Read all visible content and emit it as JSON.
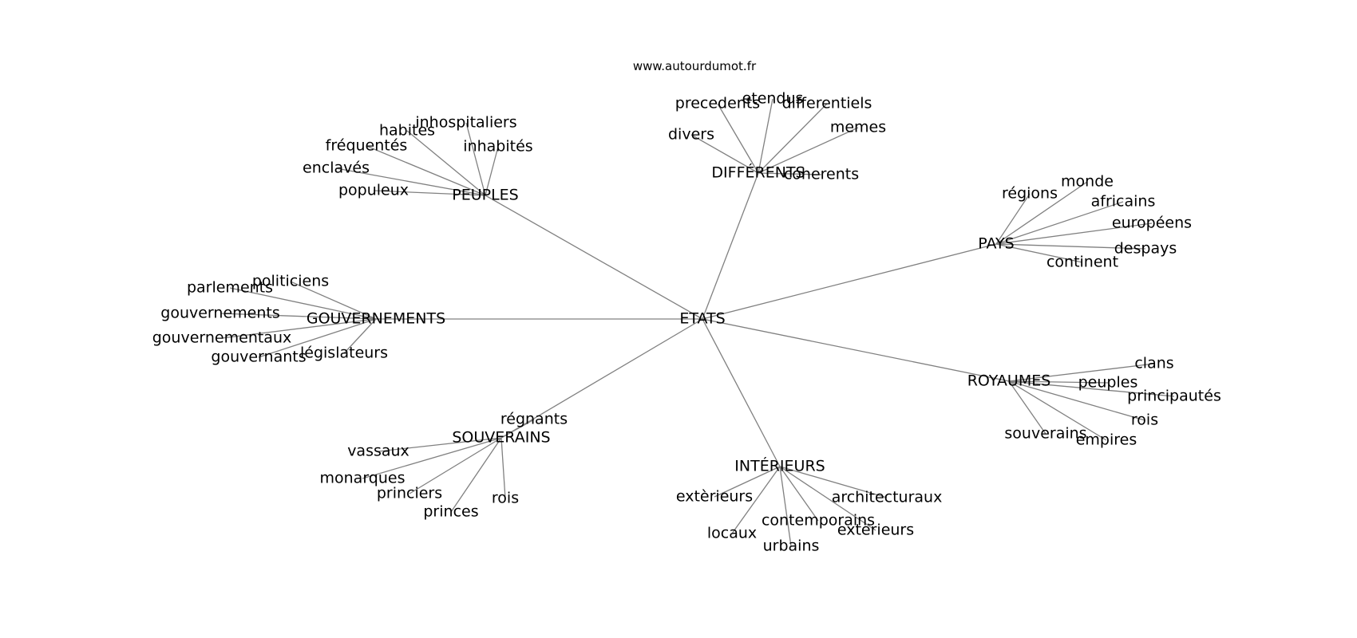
{
  "source": "www.autourdumot.fr",
  "graph": {
    "center": "ETATS",
    "groups": [
      {
        "hub": "DIFFÉRENTS",
        "leaves": [
          "precedents",
          "etendus",
          "differentiels",
          "memes",
          "divers",
          "coherents"
        ]
      },
      {
        "hub": "PEUPLES",
        "leaves": [
          "inhospitaliers",
          "habites",
          "inhabités",
          "fréquentés",
          "enclavés",
          "populeux"
        ]
      },
      {
        "hub": "PAYS",
        "leaves": [
          "régions",
          "monde",
          "africains",
          "européens",
          "despays",
          "continent"
        ]
      },
      {
        "hub": "GOUVERNEMENTS",
        "leaves": [
          "politiciens",
          "parlements",
          "gouvernements",
          "gouvernementaux",
          "gouvernants",
          "législateurs"
        ]
      },
      {
        "hub": "ROYAUMES",
        "leaves": [
          "clans",
          "peuples",
          "principautés",
          "rois",
          "souverains",
          "empires"
        ]
      },
      {
        "hub": "SOUVERAINS",
        "leaves": [
          "régnants",
          "vassaux",
          "monarques",
          "princiers",
          "princes",
          "rois"
        ]
      },
      {
        "hub": "INTÉRIEURS",
        "leaves": [
          "extèrieurs",
          "architecturaux",
          "contemporains",
          "locaux",
          "exterieurs",
          "urbains"
        ]
      }
    ]
  }
}
